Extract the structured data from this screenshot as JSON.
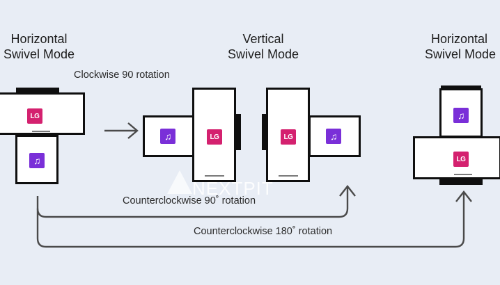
{
  "headings": {
    "left": [
      "Horizontal",
      "Swivel Mode"
    ],
    "middle": [
      "Vertical",
      "Swivel Mode"
    ],
    "right": [
      "Horizontal",
      "Swivel Mode"
    ]
  },
  "captions": {
    "clockwise": "Clockwise 90 rotation",
    "ccw90": "Counterclockwise 90˚ rotation",
    "ccw180": "Counterclockwise 180˚ rotation"
  },
  "icons": {
    "lg_label": "LG",
    "music_glyph": "♫"
  },
  "watermark": "NEXTPIT",
  "colors": {
    "background": "#e8edf5",
    "lg_badge": "#d4216f",
    "music_badge": "#7a2fd8",
    "frame": "#0f0f0f",
    "arrow": "#4a4a4a"
  }
}
